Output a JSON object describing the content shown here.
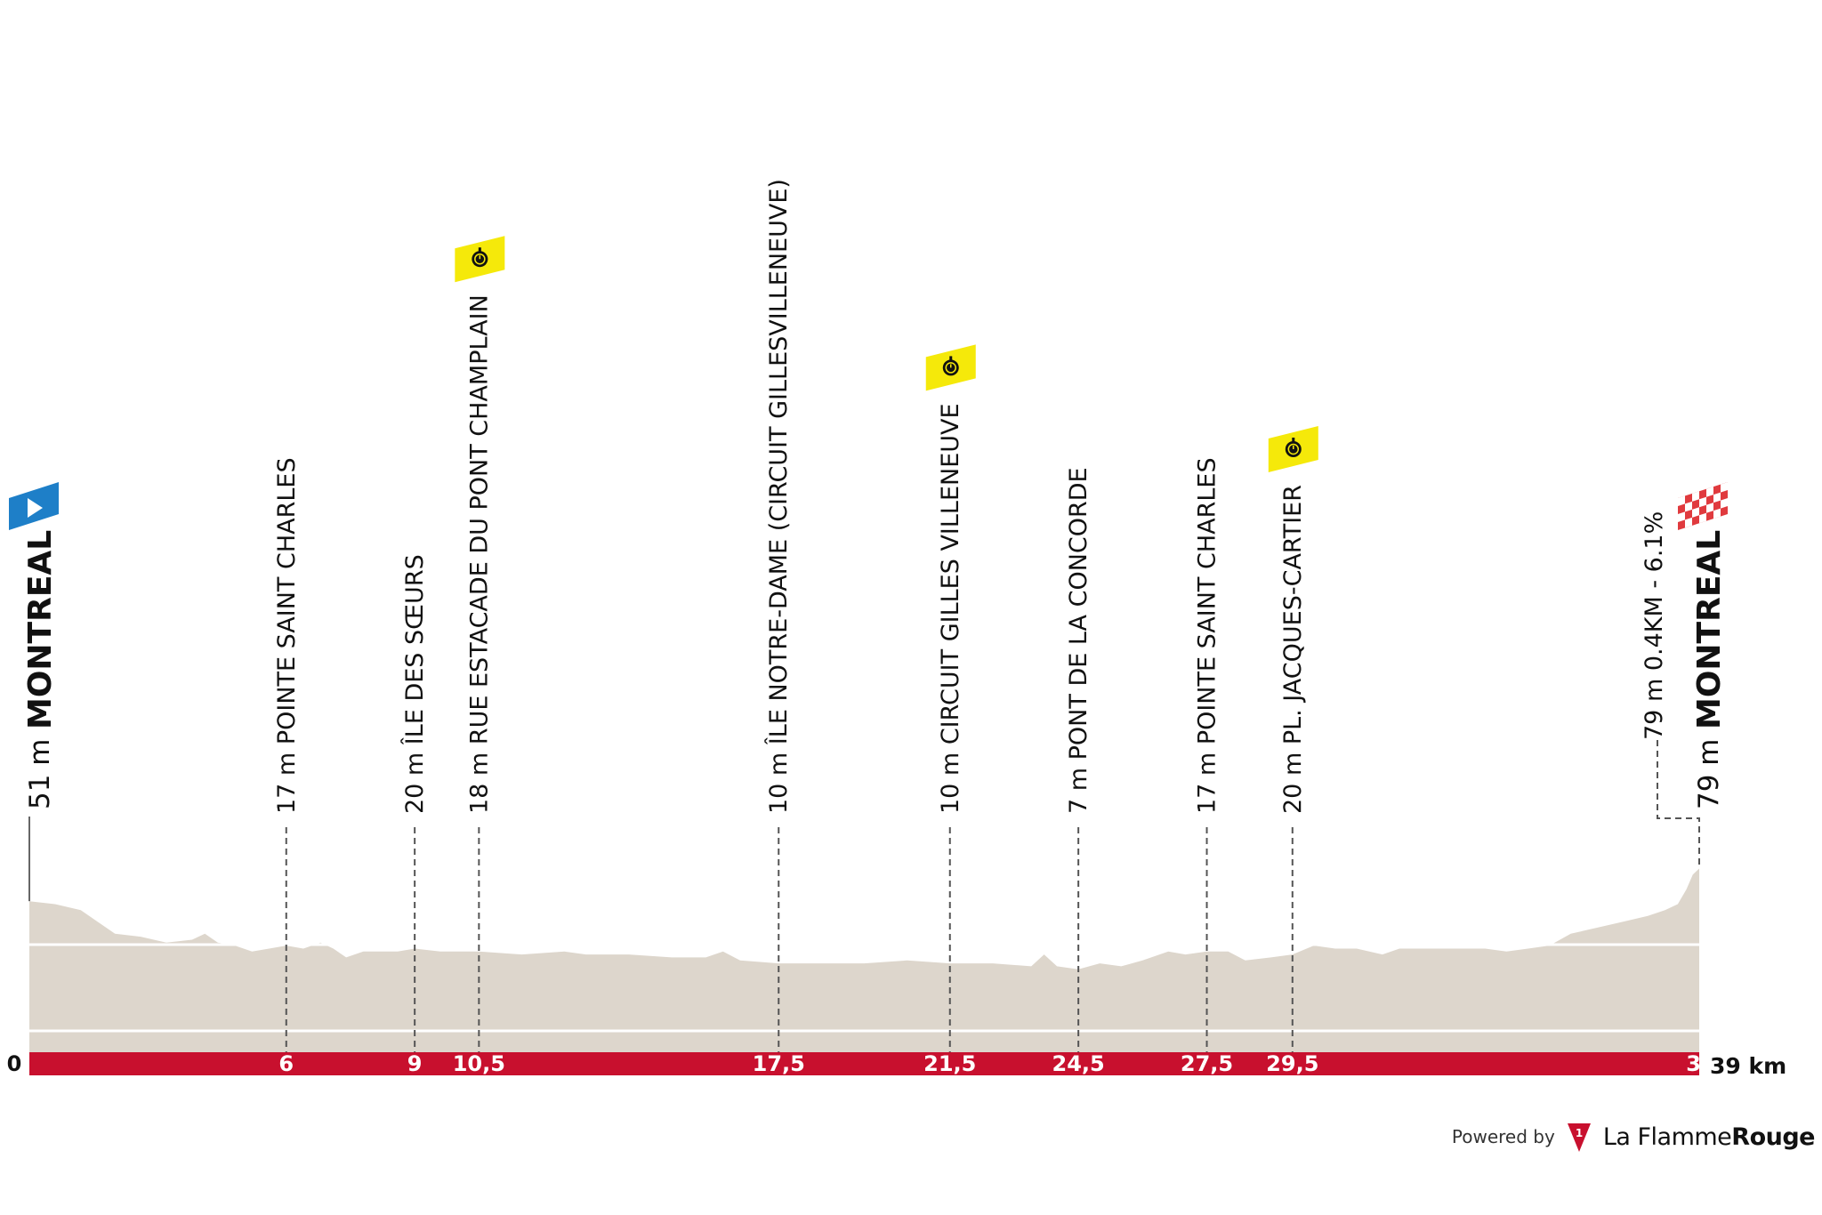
{
  "chart_data": {
    "type": "area",
    "x_unit": "km",
    "xlim": [
      0,
      39
    ],
    "start": {
      "name": "MONTREAL",
      "elevation": "51 m"
    },
    "finish": {
      "name": "MONTREAL",
      "elevation": "79 m",
      "climb_note": "79 m 0.4KM - 6.1%"
    },
    "x_axis_ticks": [
      {
        "km": 0,
        "label": "0"
      },
      {
        "km": 6,
        "label": "6"
      },
      {
        "km": 9,
        "label": "9"
      },
      {
        "km": 10.5,
        "label": "10,5"
      },
      {
        "km": 17.5,
        "label": "17,5"
      },
      {
        "km": 21.5,
        "label": "21,5"
      },
      {
        "km": 24.5,
        "label": "24,5"
      },
      {
        "km": 27.5,
        "label": "27,5"
      },
      {
        "km": 29.5,
        "label": "29,5"
      },
      {
        "km": 39,
        "label": "3"
      }
    ],
    "axis_end_label": "39 km",
    "waypoints": [
      {
        "km": 6,
        "label": "17 m POINTE SAINT CHARLES",
        "intermediate_time": false
      },
      {
        "km": 9,
        "label": "20 m ÎLE DES SŒURS",
        "intermediate_time": false
      },
      {
        "km": 10.5,
        "label": "18 m RUE ESTACADE DU PONT CHAMPLAIN",
        "intermediate_time": true
      },
      {
        "km": 17.5,
        "label": "10 m ÎLE NOTRE-DAME (CIRCUIT GILLESVILLENEUVE)",
        "intermediate_time": false
      },
      {
        "km": 21.5,
        "label": "10 m CIRCUIT GILLES VILLENEUVE",
        "intermediate_time": true
      },
      {
        "km": 24.5,
        "label": "7 m PONT DE LA CONCORDE",
        "intermediate_time": false
      },
      {
        "km": 27.5,
        "label": "17 m POINTE SAINT CHARLES",
        "intermediate_time": false
      },
      {
        "km": 29.5,
        "label": "20 m PL. JACQUES-CARTIER",
        "intermediate_time": true
      }
    ],
    "profile": [
      [
        0,
        51
      ],
      [
        0.6,
        50
      ],
      [
        1.2,
        48
      ],
      [
        1.6,
        44
      ],
      [
        2.0,
        40
      ],
      [
        2.6,
        39
      ],
      [
        3.2,
        37
      ],
      [
        3.8,
        38
      ],
      [
        4.1,
        40
      ],
      [
        4.4,
        37
      ],
      [
        4.8,
        36
      ],
      [
        5.2,
        34
      ],
      [
        5.6,
        35
      ],
      [
        6.0,
        36
      ],
      [
        6.4,
        35
      ],
      [
        6.8,
        37
      ],
      [
        7.1,
        35
      ],
      [
        7.4,
        32
      ],
      [
        7.8,
        34
      ],
      [
        8.6,
        34
      ],
      [
        9.0,
        35
      ],
      [
        9.6,
        34
      ],
      [
        10.5,
        34
      ],
      [
        11.5,
        33
      ],
      [
        12.5,
        34
      ],
      [
        13.0,
        33
      ],
      [
        14.0,
        33
      ],
      [
        15.0,
        32
      ],
      [
        15.8,
        32
      ],
      [
        16.2,
        34
      ],
      [
        16.6,
        31
      ],
      [
        17.5,
        30
      ],
      [
        18.5,
        30
      ],
      [
        19.5,
        30
      ],
      [
        20.5,
        31
      ],
      [
        21.5,
        30
      ],
      [
        22.5,
        30
      ],
      [
        23.4,
        29
      ],
      [
        23.7,
        33
      ],
      [
        24.0,
        29
      ],
      [
        24.5,
        28
      ],
      [
        25.0,
        30
      ],
      [
        25.5,
        29
      ],
      [
        26.0,
        31
      ],
      [
        26.6,
        34
      ],
      [
        27.0,
        33
      ],
      [
        27.5,
        34
      ],
      [
        28.0,
        34
      ],
      [
        28.4,
        31
      ],
      [
        29.0,
        32
      ],
      [
        29.5,
        33
      ],
      [
        30.0,
        36
      ],
      [
        30.5,
        35
      ],
      [
        31.0,
        35
      ],
      [
        31.6,
        33
      ],
      [
        32.0,
        35
      ],
      [
        33.0,
        35
      ],
      [
        34.0,
        35
      ],
      [
        34.5,
        34
      ],
      [
        35.0,
        35
      ],
      [
        35.5,
        36
      ],
      [
        36.0,
        40
      ],
      [
        36.6,
        42
      ],
      [
        37.2,
        44
      ],
      [
        37.8,
        46
      ],
      [
        38.2,
        48
      ],
      [
        38.5,
        50
      ],
      [
        38.7,
        55
      ],
      [
        38.85,
        60
      ],
      [
        39.0,
        62
      ]
    ],
    "colors": {
      "profile_fill": "#ddd6cc",
      "axis_bar": "#c8102e",
      "start_marker": "#1e7fc8",
      "finish_marker": "#e03a3e",
      "time_marker": "#f5e90a"
    }
  },
  "credit": {
    "powered_by": "Powered by",
    "brand_light": "La Flamme",
    "brand_bold": "Rouge"
  }
}
